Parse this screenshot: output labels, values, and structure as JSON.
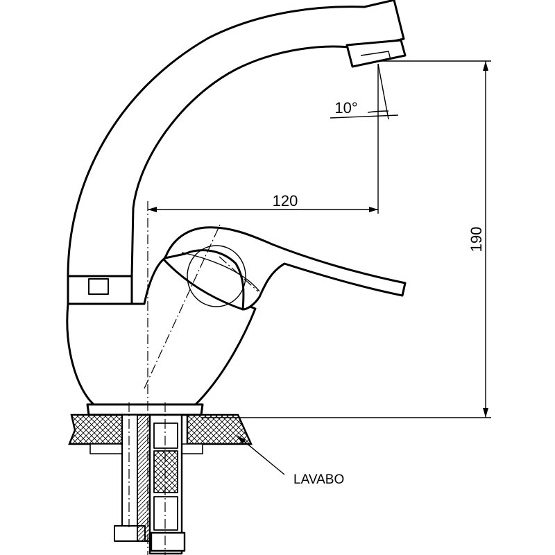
{
  "dimensions": {
    "angle": "10°",
    "reach": "120",
    "height": "190"
  },
  "labels": {
    "basin": "LAVABO"
  },
  "colors": {
    "line": "#000000",
    "background": "#ffffff"
  }
}
